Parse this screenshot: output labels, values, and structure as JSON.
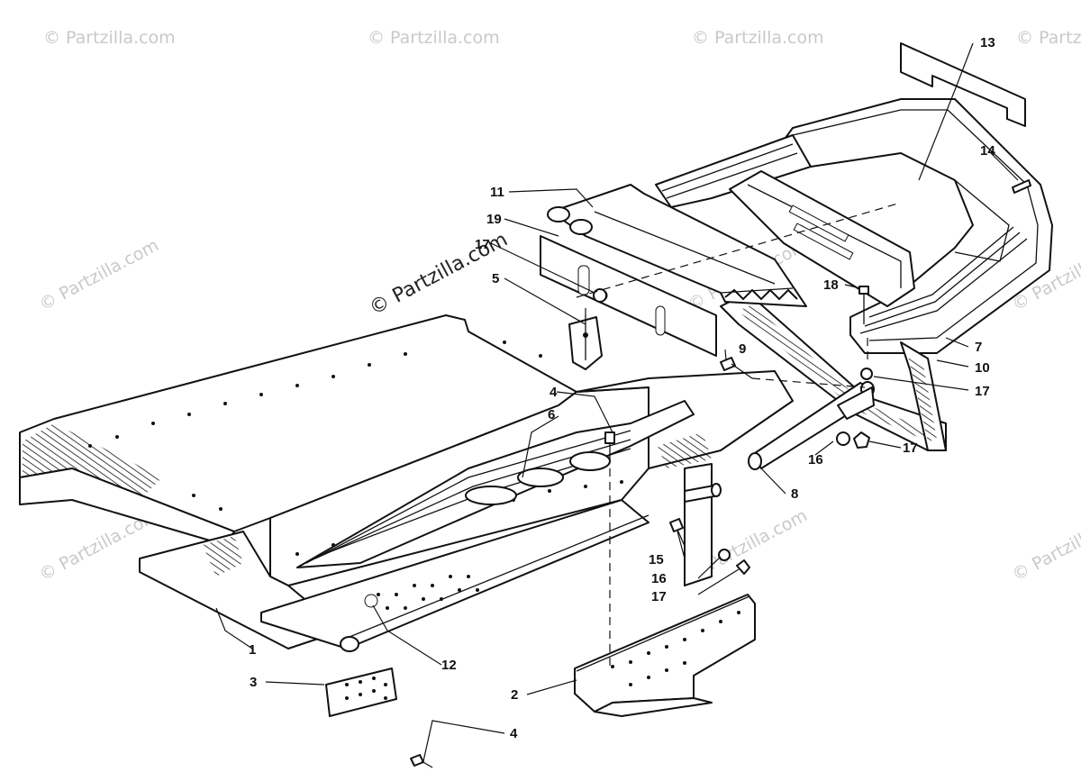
{
  "watermark": {
    "text": "© Partzilla.com",
    "text_short": "© Partzilla.co",
    "text_main": "© Partzilla.com"
  },
  "callouts": [
    {
      "id": "c1",
      "label": "1"
    },
    {
      "id": "c2",
      "label": "2"
    },
    {
      "id": "c3",
      "label": "3"
    },
    {
      "id": "c4a",
      "label": "4"
    },
    {
      "id": "c4b",
      "label": "4"
    },
    {
      "id": "c5",
      "label": "5"
    },
    {
      "id": "c6",
      "label": "6"
    },
    {
      "id": "c7",
      "label": "7"
    },
    {
      "id": "c8",
      "label": "8"
    },
    {
      "id": "c9",
      "label": "9"
    },
    {
      "id": "c10",
      "label": "10"
    },
    {
      "id": "c11",
      "label": "11"
    },
    {
      "id": "c12",
      "label": "12"
    },
    {
      "id": "c13",
      "label": "13"
    },
    {
      "id": "c14",
      "label": "14"
    },
    {
      "id": "c15",
      "label": "15"
    },
    {
      "id": "c16a",
      "label": "16"
    },
    {
      "id": "c16b",
      "label": "16"
    },
    {
      "id": "c17a",
      "label": "17"
    },
    {
      "id": "c17b",
      "label": "17"
    },
    {
      "id": "c17c",
      "label": "17"
    },
    {
      "id": "c17d",
      "label": "17"
    },
    {
      "id": "c18",
      "label": "18"
    },
    {
      "id": "c19",
      "label": "19"
    }
  ]
}
